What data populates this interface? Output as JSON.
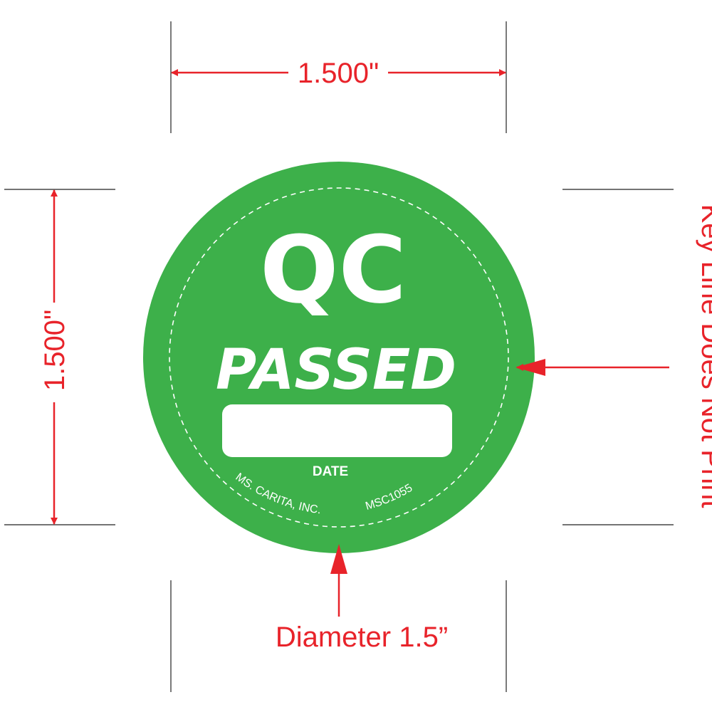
{
  "colors": {
    "green": "#3DB04A",
    "red": "#E8232A",
    "white": "#FFFFFF",
    "guide": "#222222"
  },
  "dimensions": {
    "width_label": "1.500\"",
    "height_label": "1.500\"",
    "diameter_label": "Diameter 1.5”",
    "keyline_label": "Key Line Does Not Print"
  },
  "sticker": {
    "title": "QC",
    "subtitle": "PASSED",
    "date_label": "DATE",
    "company": "MS. CARITA, INC.",
    "part_number": "MSC1055"
  }
}
